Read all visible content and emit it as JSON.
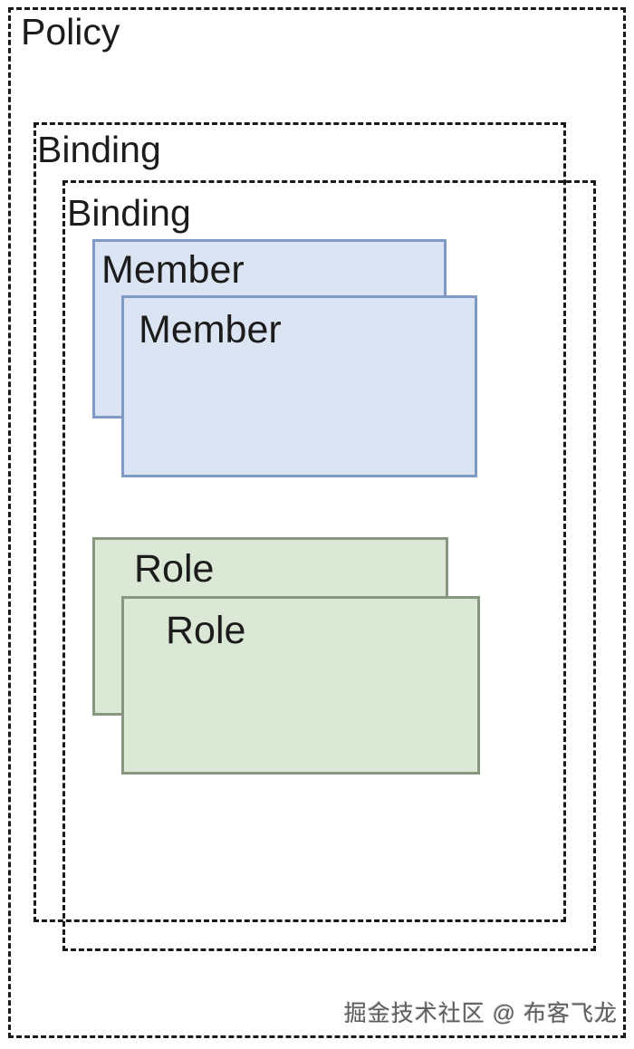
{
  "diagram": {
    "policy_label": "Policy",
    "binding_outer_label": "Binding",
    "binding_inner_label": "Binding",
    "member_back_label": "Member",
    "member_front_label": "Member",
    "role_back_label": "Role",
    "role_front_label": "Role",
    "watermark": "掘金技术社区 @ 布客飞龙",
    "colors": {
      "member_fill": "#dbe4f3",
      "member_border": "#7e9ac5",
      "role_fill": "#dbe8d6",
      "role_border": "#86967f",
      "outline": "#1a1a1a",
      "watermark": "#5d5d5d"
    }
  }
}
